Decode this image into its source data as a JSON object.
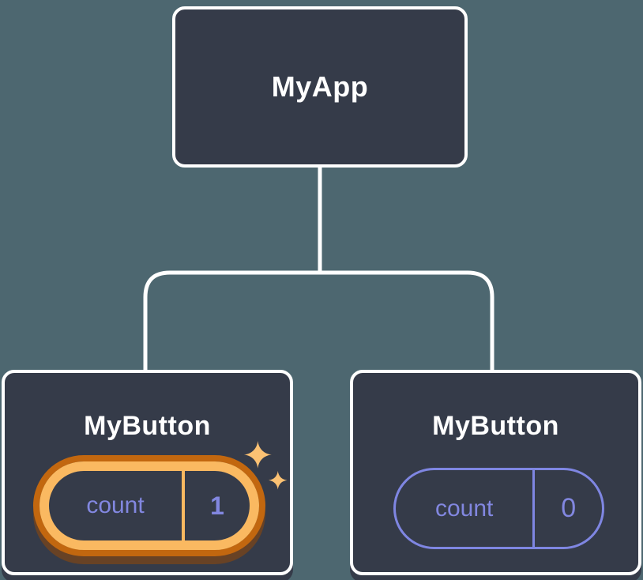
{
  "diagram": {
    "type": "component-tree",
    "background_color": "#4D6770",
    "node_fill_color": "#353B49",
    "node_border_color": "#FFFFFF",
    "connector_color": "#FFFFFF",
    "state_text_color": "#8287E0",
    "state_border_color": "#7F86E2",
    "highlight_outer_color": "#C2670F",
    "highlight_inner_color": "#FAB961",
    "sparkle_color": "#FBC173",
    "root": {
      "label": "MyApp"
    },
    "children": [
      {
        "label": "MyButton",
        "highlighted": true,
        "state": {
          "name": "count",
          "value": "1"
        }
      },
      {
        "label": "MyButton",
        "highlighted": false,
        "state": {
          "name": "count",
          "value": "0"
        }
      }
    ]
  }
}
